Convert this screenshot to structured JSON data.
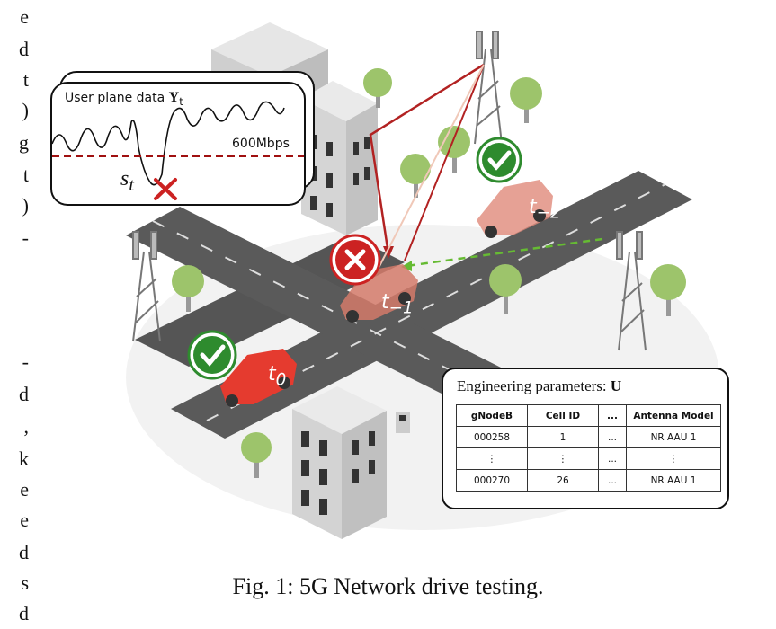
{
  "left_margin_chars": [
    "e",
    "d",
    "t",
    ")",
    "g",
    "t",
    ")",
    "-",
    "-",
    "d",
    ",",
    "k",
    "e",
    "e",
    "d",
    "s",
    "d"
  ],
  "user_plane": {
    "title": "User plane data",
    "symbol": "Y",
    "subscript": "t",
    "threshold_label": "600Mbps",
    "event_label": "s",
    "event_subscript": "t"
  },
  "time_labels": {
    "t0": {
      "base": "t",
      "sub": "0"
    },
    "t1": {
      "base": "t",
      "sub": "−1"
    },
    "t2": {
      "base": "t",
      "sub": "−2"
    }
  },
  "engineering": {
    "title": "Engineering parameters:",
    "symbol": "U",
    "columns": [
      "gNodeB",
      "Cell ID",
      "...",
      "Antenna Model"
    ],
    "rows": [
      [
        "000258",
        "1",
        "...",
        "NR AAU 1"
      ],
      [
        "⋮",
        "⋮",
        "...",
        "⋮"
      ],
      [
        "000270",
        "26",
        "...",
        "NR AAU 1"
      ]
    ]
  },
  "caption": "Fig. 1: 5G Network drive testing.",
  "colors": {
    "road": "#555555",
    "success": "#2e8b2e",
    "failure": "#cc2222",
    "link_bad": "#b22222",
    "link_good": "#66bb33",
    "threshold": "#a01010"
  },
  "icons": [
    "check-icon",
    "cross-icon",
    "antenna-tower-icon",
    "tree-icon",
    "building-icon",
    "car-icon"
  ]
}
